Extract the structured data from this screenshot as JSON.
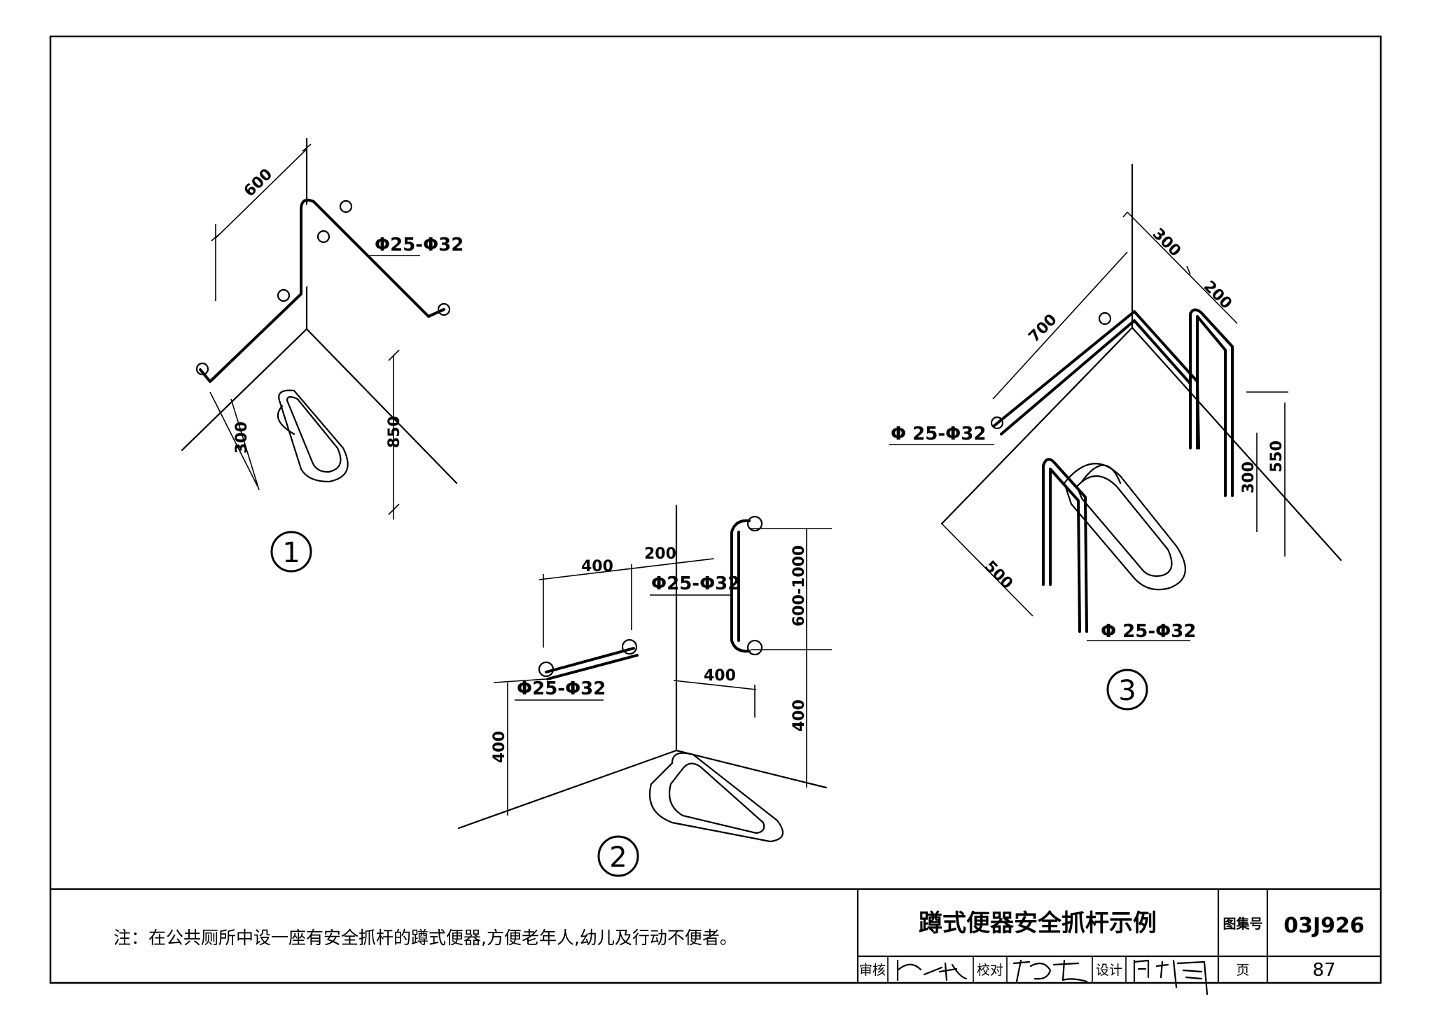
{
  "details": [
    {
      "number": "1",
      "spec": "Φ25-Φ32",
      "dims": {
        "top_run": "600",
        "floor_offset": "300",
        "height": "850"
      }
    },
    {
      "number": "2",
      "spec_left": "Φ25-Φ32",
      "spec_right": "Φ25-Φ32",
      "dims": {
        "run_400": "400",
        "run_200": "200",
        "vertical_range": "600-1000",
        "height_right": "400",
        "offset": "400",
        "height_left": "400"
      }
    },
    {
      "number": "3",
      "spec_left": "Φ 25-Φ32",
      "spec_bottom": "Φ 25-Φ32",
      "dims": {
        "top_300": "300",
        "top_200": "200",
        "run_700": "700",
        "bottom_500": "500",
        "height_300": "300",
        "height_550": "550"
      }
    }
  ],
  "note": "注：在公共厕所中设一座有安全抓杆的蹲式便器,方便老年人,幼儿及行动不便者。",
  "title_block": {
    "title": "蹲式便器安全抓杆示例",
    "atlas_label": "图集号",
    "atlas_no": "03J926",
    "review_label": "审核",
    "check_label": "校对",
    "design_label": "设计",
    "page_label": "页",
    "page_no": "87",
    "signatures": [
      "",
      "",
      ""
    ]
  }
}
